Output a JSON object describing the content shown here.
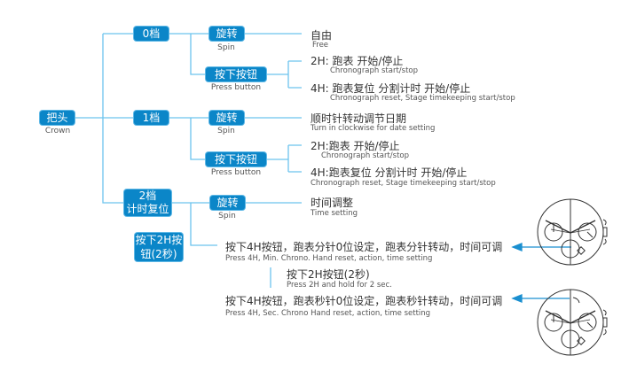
{
  "root": {
    "label": "把头",
    "en": "Crown"
  },
  "positions": [
    {
      "label": "0档",
      "actions": [
        {
          "label": "旋转",
          "en": "Spin",
          "result": {
            "zh": "自由",
            "en": "Free"
          }
        },
        {
          "label": "按下按钮",
          "en": "Press button",
          "results": [
            {
              "zh": "2H: 跑表 开始/停止",
              "en": "Chronograph start/stop"
            },
            {
              "zh": "4H: 跑表复位 分割计时 开始/停止",
              "en": "Chronograph reset, Stage timekeeping start/stop"
            }
          ]
        }
      ]
    },
    {
      "label": "1档",
      "actions": [
        {
          "label": "旋转",
          "en": "Spin",
          "result": {
            "zh": "顺时针转动调节日期",
            "en": "Turn in clockwise for date setting"
          }
        },
        {
          "label": "按下按钮",
          "en": "Press button",
          "results": [
            {
              "zh": "2H:跑表 开始/停止",
              "en": "Chronograph   start/stop"
            },
            {
              "zh": "4H:跑表复位 分割计时 开始/停止",
              "en": "Chronograph reset, Stage timekeeping start/stop"
            }
          ]
        }
      ]
    },
    {
      "label_line1": "2档",
      "label_line2": "计时复位",
      "actions": [
        {
          "label": "旋转",
          "en": "Spin",
          "result": {
            "zh": "时间调整",
            "en": "Time setting"
          }
        }
      ]
    }
  ],
  "hold_box": {
    "line1": "按下2H按",
    "line2": "钮(2秒)"
  },
  "steps": [
    {
      "zh": "按下4H按钮，跑表分针0位设定，跑表分针转动，时间可调",
      "en": "Press 4H, Min. Chrono. Hand reset, action, time setting"
    },
    {
      "zh": "按下2H按钮(2秒)",
      "en": "Press 2H and hold for 2 sec."
    },
    {
      "zh": "按下4H按钮，跑表秒针0位设定，跑表秒针转动，时间可调",
      "en": "Press 4H, Sec. Chrono Hand reset, action, time setting"
    }
  ],
  "colors": {
    "box": "#0b86c8",
    "line": "#6cc4ee",
    "arrow": "#1a8fd0"
  }
}
